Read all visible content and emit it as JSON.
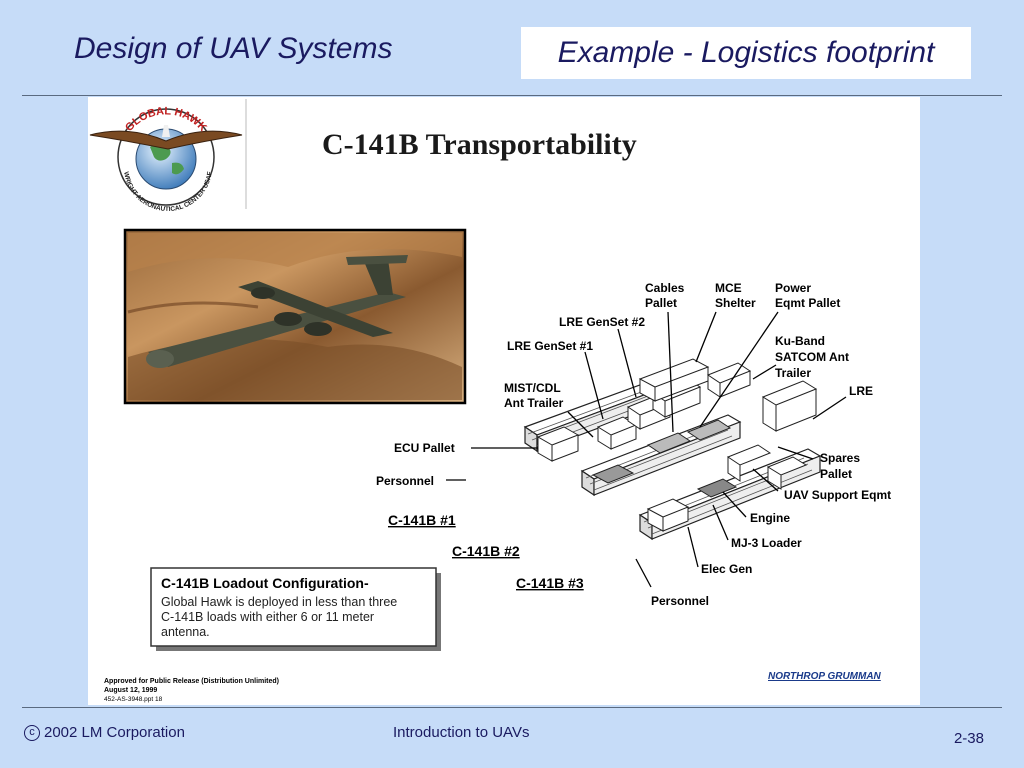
{
  "slide": {
    "title": "Design of UAV Systems",
    "subtitle": "Example - Logistics footprint"
  },
  "figure": {
    "heading": "C-141B Transportability",
    "logo_ring_text": "GLOBAL HAWK",
    "logo_seal_text": "WRIGHT AERONAUTICAL CENTER USAF",
    "labels": {
      "cables_pallet_1": "Cables",
      "cables_pallet_2": "Pallet",
      "mce_shelter_1": "MCE",
      "mce_shelter_2": "Shelter",
      "power_pallet_1": "Power",
      "power_pallet_2": "Eqmt Pallet",
      "lre_genset2": "LRE GenSet #2",
      "lre_genset1": "LRE GenSet #1",
      "kuband_1": "Ku-Band",
      "kuband_2": "SATCOM Ant",
      "kuband_3": "Trailer",
      "lre": "LRE",
      "mist_1": "MIST/CDL",
      "mist_2": "Ant Trailer",
      "ecu_pallet": "ECU Pallet",
      "personnel_top": "Personnel",
      "spares_1": "Spares",
      "spares_2": "Pallet",
      "uav_support": "UAV Support Eqmt",
      "engine": "Engine",
      "mj3_loader": "MJ-3 Loader",
      "elec_gen": "Elec Gen",
      "personnel_bottom": "Personnel",
      "c141_1": "C-141B #1",
      "c141_2": "C-141B #2",
      "c141_3": "C-141B #3"
    },
    "note": {
      "title": "C-141B Loadout Configuration-",
      "line1": "Global Hawk is deployed in less than three",
      "line2": "C-141B loads with either 6 or 11 meter",
      "line3": "antenna."
    },
    "release": {
      "line1": "Approved for Public Release (Distribution Unlimited)",
      "line2": "August 12, 1999",
      "line3": "452-AS-3948.ppt 18"
    },
    "company_logo": "NORTHROP GRUMMAN"
  },
  "footer": {
    "copyright_symbol": "c",
    "copyright_text": "2002 LM Corporation",
    "course": "Introduction to UAVs",
    "page": "2-38"
  }
}
